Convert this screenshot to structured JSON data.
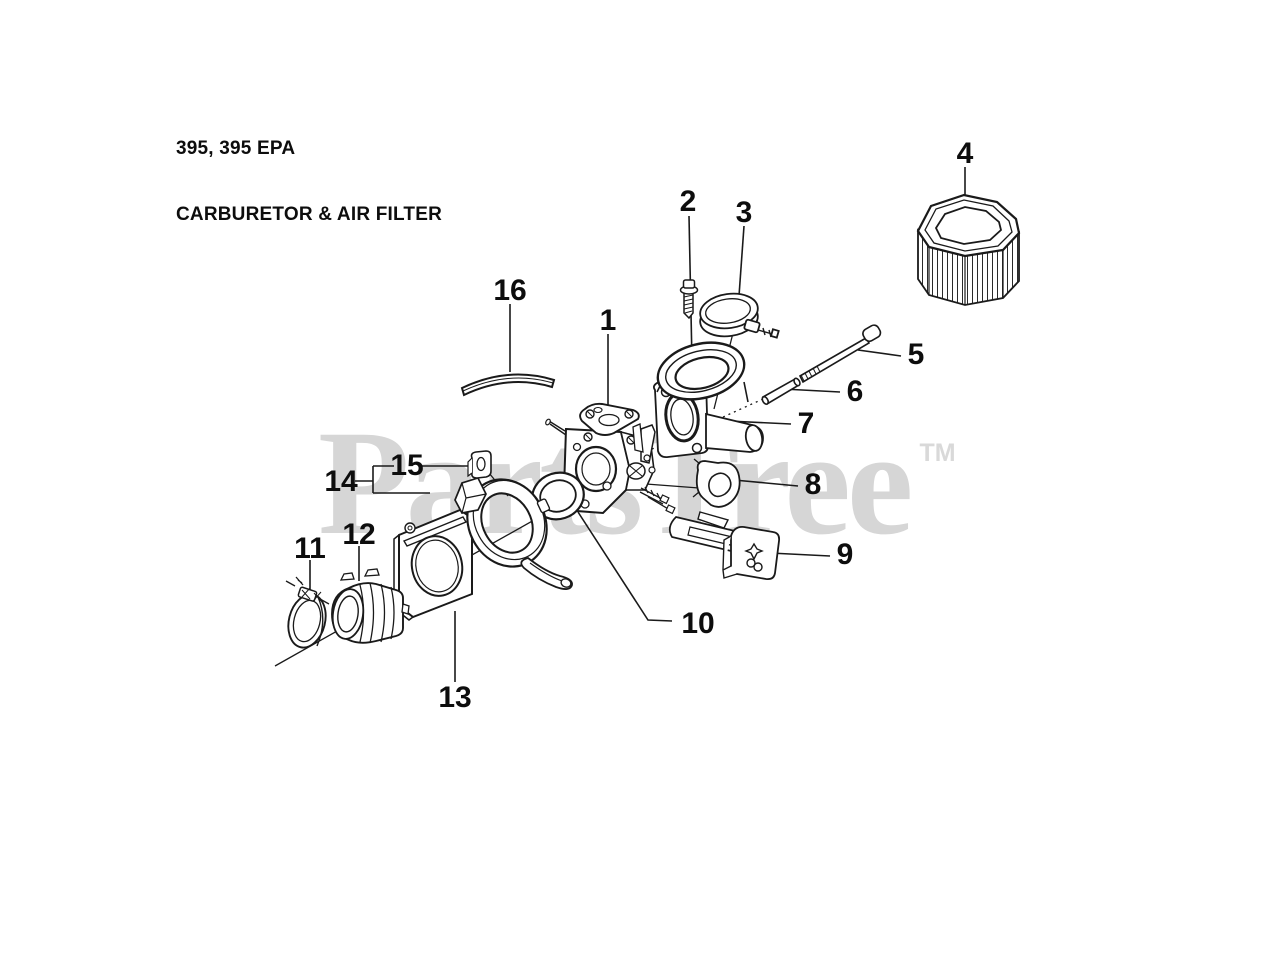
{
  "header": {
    "model_line": "395, 395 EPA",
    "section_line": "CARBURETOR & AIR FILTER"
  },
  "watermark": {
    "brand": "PartsTree",
    "tm": "TM",
    "color": "#d6d6d6"
  },
  "diagram": {
    "ink_color": "#1a1a1a",
    "callouts": {
      "labels": [
        "1",
        "2",
        "3",
        "4",
        "5",
        "6",
        "7",
        "8",
        "9",
        "10",
        "11",
        "12",
        "13",
        "14",
        "15",
        "16"
      ]
    }
  }
}
